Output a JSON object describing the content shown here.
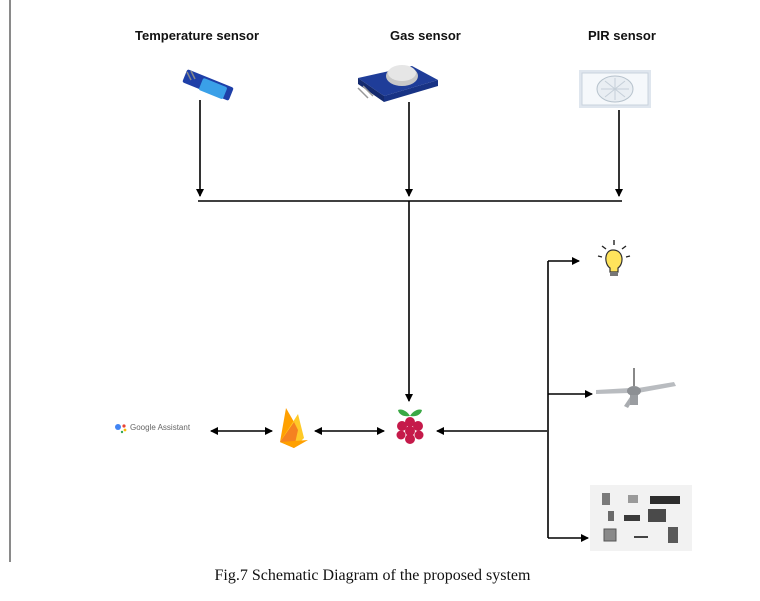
{
  "labels": {
    "temperature_sensor": "Temperature sensor",
    "gas_sensor": "Gas sensor",
    "pir_sensor": "PIR sensor"
  },
  "google_assistant_text": "Google Assistant",
  "caption": "Fig.7 Schematic Diagram of the proposed system",
  "colors": {
    "line": "#000000",
    "rule": "#8a8a8a",
    "raspberry_red": "#c51a4a",
    "leaf_green": "#3aa845",
    "firebase_yellow": "#ffca28",
    "firebase_orange": "#f58220",
    "bulb_yellow": "#ffe45c"
  },
  "icons": [
    "temperature-sensor-icon",
    "gas-sensor-icon",
    "pir-sensor-icon",
    "google-assistant-icon",
    "firebase-icon",
    "raspberry-pi-icon",
    "light-bulb-icon",
    "ceiling-fan-icon",
    "appliances-icon"
  ]
}
